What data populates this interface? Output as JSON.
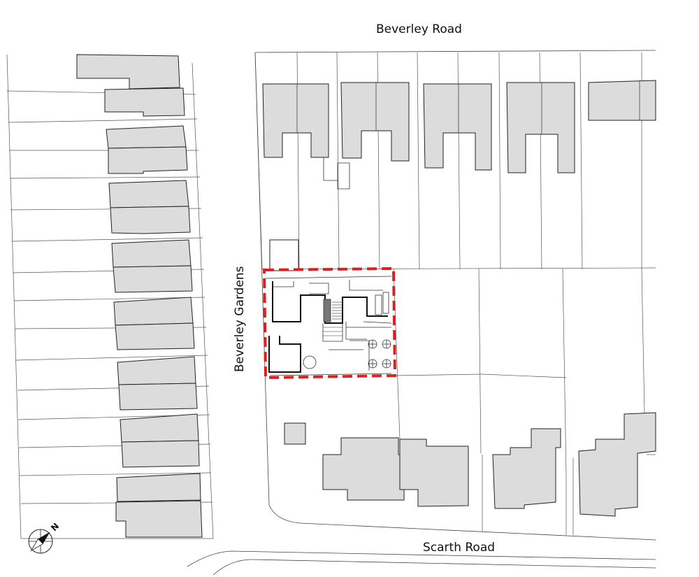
{
  "map": {
    "labels": {
      "north_road": "Beverley Road",
      "west_road": "Beverley Gardens",
      "south_road": "Scarth Road"
    },
    "north_arrow": "N",
    "colors": {
      "building_fill": "#dcdcdc",
      "boundary": "#e02020",
      "linework": "#444444"
    },
    "icons": [
      "north-arrow-icon",
      "compass-circle-icon"
    ]
  }
}
